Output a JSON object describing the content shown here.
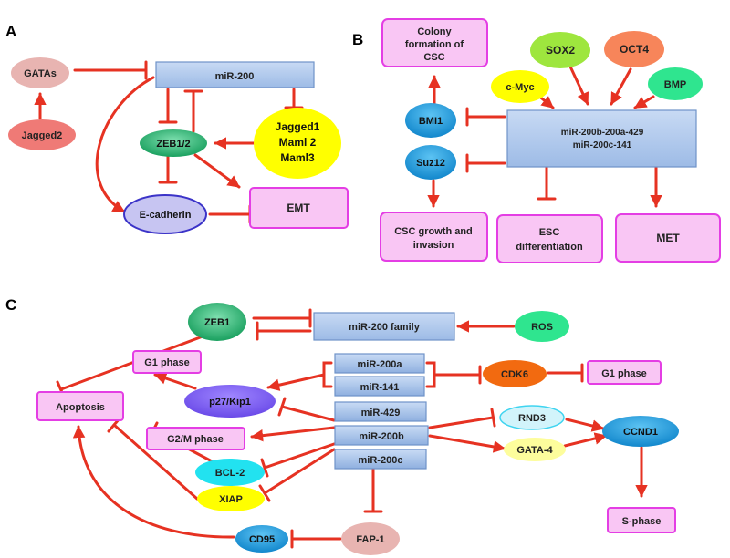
{
  "colors": {
    "arrow": "#e63222",
    "box_pink_fill": "#f9c6f4",
    "box_pink_stroke": "#e43ee4",
    "mirna_fill": "#a8c4ec",
    "mirna_stroke": "#6f92c8"
  },
  "panels": {
    "a": "A",
    "b": "B",
    "c": "C"
  },
  "panel_a": {
    "gatas": "GATAs",
    "jagged2": "Jagged2",
    "mir200": "miR-200",
    "zeb": "ZEB1/2",
    "jagged_group": [
      "Jagged1",
      "Maml 2",
      "Maml3"
    ],
    "ecadherin": "E-cadherin",
    "emt": "EMT"
  },
  "panel_b": {
    "colony": [
      "Colony",
      "formation of",
      "CSC"
    ],
    "sox2": "SOX2",
    "oct4": "OCT4",
    "cmyc": "c-Myc",
    "bmp": "BMP",
    "bmi1": "BMI1",
    "suz12": "Suz12",
    "mirbox": [
      "miR-200b-200a-429",
      "miR-200c-141"
    ],
    "csc_growth": [
      "CSC growth and",
      "invasion"
    ],
    "esc_diff": [
      "ESC",
      "differentiation"
    ],
    "met": "MET"
  },
  "panel_c": {
    "zeb1": "ZEB1",
    "family": "miR-200 family",
    "ros": "ROS",
    "g1_left": "G1 phase",
    "mir200a": "miR-200a",
    "mir141": "miR-141",
    "cdk6": "CDK6",
    "g1_right": "G1 phase",
    "apoptosis": "Apoptosis",
    "p27": "p27/Kip1",
    "mir429": "miR-429",
    "g2m": "G2/M phase",
    "mir200b": "miR-200b",
    "rnd3": "RND3",
    "ccnd1": "CCND1",
    "bcl2": "BCL-2",
    "mir200c": "miR-200c",
    "gata4": "GATA-4",
    "xiap": "XIAP",
    "cd95": "CD95",
    "fap1": "FAP-1",
    "sphase": "S-phase"
  }
}
